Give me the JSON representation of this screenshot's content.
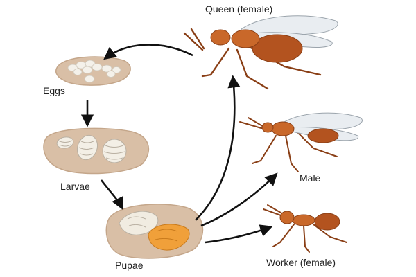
{
  "stages": {
    "queen": "Queen (female)",
    "eggs": "Eggs",
    "larvae": "Larvae",
    "pupae": "Pupae",
    "male": "Male",
    "worker": "Worker (female)"
  },
  "colors": {
    "background": "#ffffff",
    "dish_outer": "#d9bfa6",
    "dish_inner": "#cfb196",
    "arrow": "#111111",
    "ant_body": "#c9682a",
    "ant_dark": "#8a3f16",
    "wing": "#e9edf1",
    "egg": "#f4f1ea",
    "pupa_orange": "#f0a03a"
  },
  "icons": {
    "queen": "queen-ant-icon",
    "male": "male-ant-icon",
    "worker": "worker-ant-icon"
  }
}
